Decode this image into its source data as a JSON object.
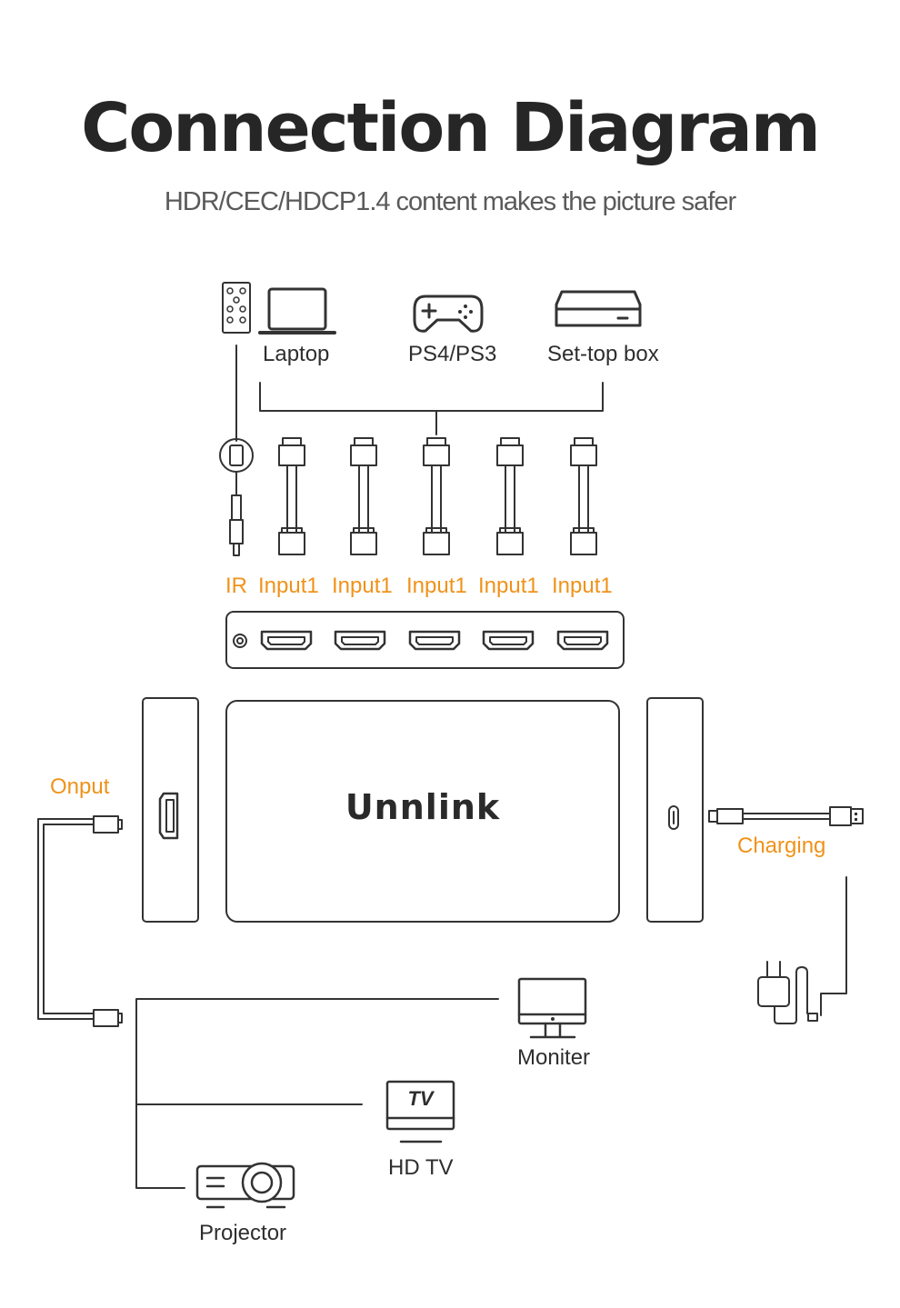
{
  "header": {
    "title": "Connection Diagram",
    "subtitle": "HDR/CEC/HDCP1.4 content makes the picture safer"
  },
  "sources": [
    {
      "label": "Laptop",
      "icon": "laptop-icon"
    },
    {
      "label": "PS4/PS3",
      "icon": "gamepad-icon"
    },
    {
      "label": "Set-top box",
      "icon": "set-top-box-icon"
    }
  ],
  "ports": {
    "ir": "IR",
    "inputs": [
      "Input1",
      "Input1",
      "Input1",
      "Input1",
      "Input1"
    ]
  },
  "device": {
    "brand": "Unnlink",
    "output_label": "Onput",
    "charging_label": "Charging"
  },
  "displays": {
    "monitor": "Moniter",
    "hdtv": "HD TV",
    "tv_badge": "TV",
    "projector": "Projector"
  },
  "colors": {
    "accent": "#f0921a",
    "line": "#333333"
  }
}
